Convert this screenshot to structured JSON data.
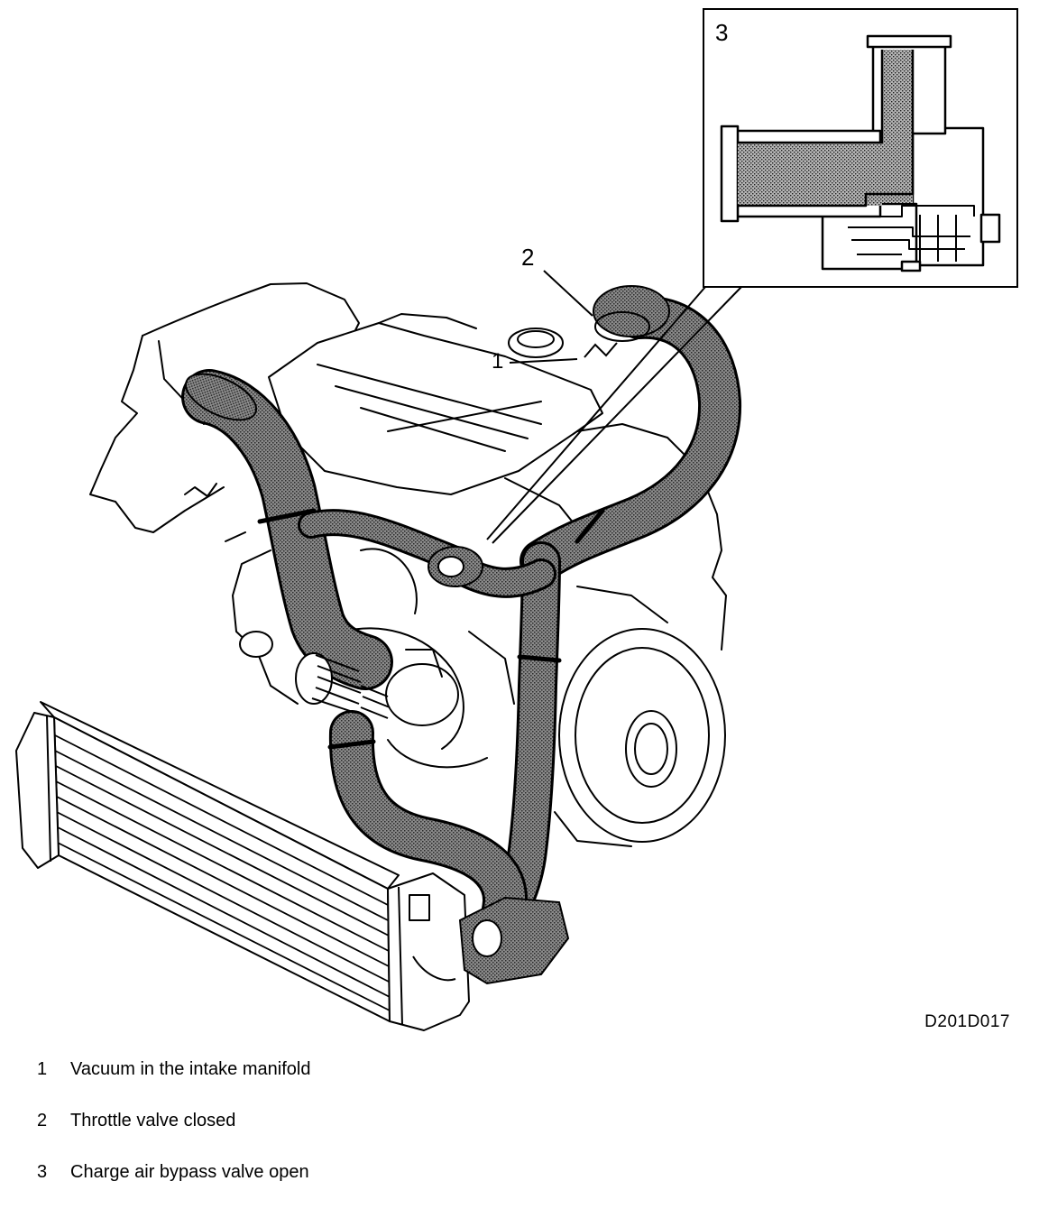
{
  "figure": {
    "code": "D201D017",
    "callouts": {
      "c1": "1",
      "c2": "2",
      "c3": "3"
    }
  },
  "legend": [
    {
      "number": "1",
      "text": "Vacuum in the intake manifold"
    },
    {
      "number": "2",
      "text": "Throttle valve closed"
    },
    {
      "number": "3",
      "text": "Charge air bypass valve open"
    }
  ],
  "colors": {
    "line": "#000000",
    "hose": "#7d7d7d",
    "background": "#ffffff"
  }
}
